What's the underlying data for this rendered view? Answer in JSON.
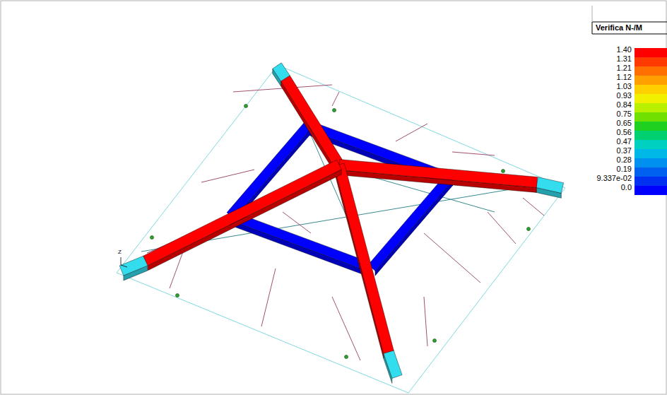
{
  "diagram": {
    "title": "Verifica N-/M",
    "labels": [
      "Z"
    ],
    "legend": [
      {
        "text": "1.40",
        "color": "#ff0000"
      },
      {
        "text": "1.31",
        "color": "#ff3a00"
      },
      {
        "text": "1.21",
        "color": "#ff7000"
      },
      {
        "text": "1.12",
        "color": "#ffa000"
      },
      {
        "text": "1.03",
        "color": "#ffd000"
      },
      {
        "text": "0.93",
        "color": "#f0f000"
      },
      {
        "text": "0.84",
        "color": "#b8f000"
      },
      {
        "text": "0.75",
        "color": "#70e000"
      },
      {
        "text": "0.65",
        "color": "#20d020"
      },
      {
        "text": "0.56",
        "color": "#00d070"
      },
      {
        "text": "0.47",
        "color": "#00d0c0"
      },
      {
        "text": "0.37",
        "color": "#00b8e8"
      },
      {
        "text": "0.28",
        "color": "#0090f0"
      },
      {
        "text": "0.19",
        "color": "#0060f0"
      },
      {
        "text": "9.337e-02",
        "color": "#0030f0"
      },
      {
        "text": "0.0",
        "color": "#0000ff"
      }
    ]
  }
}
